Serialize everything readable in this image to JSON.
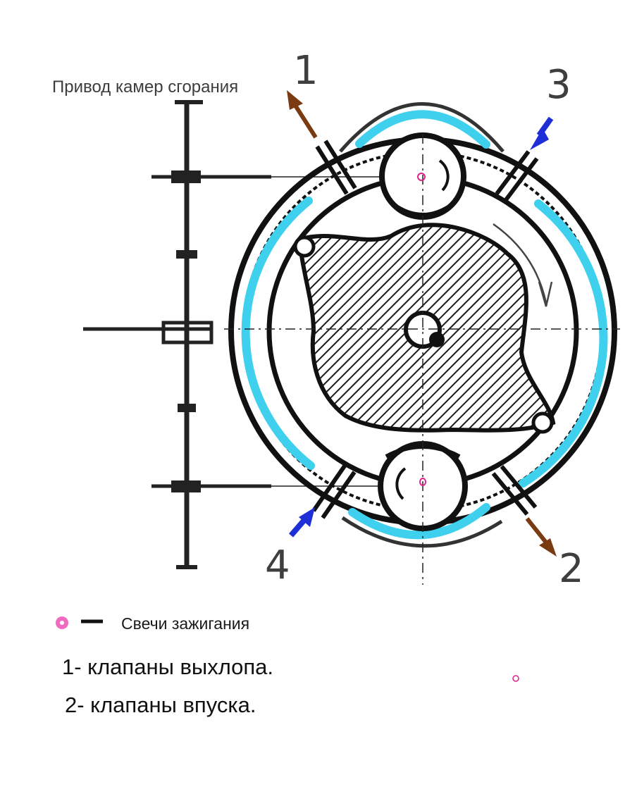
{
  "labels": {
    "drive_title": "Привод камер сгорания",
    "num_1": "1",
    "num_2": "2",
    "num_3": "3",
    "num_4": "4"
  },
  "legend": {
    "spark_plugs": "Свечи зажигания"
  },
  "notes": {
    "line1": "1- клапаны выхлопа.",
    "line2": "2- клапаны впуска."
  },
  "colors": {
    "outline": "#111111",
    "cooling_channel": "#3fd0ee",
    "exhaust_arrow": "#7a3a12",
    "intake_arrow": "#1f2fd8",
    "spark_plug_marker": "#e0218a"
  },
  "icons": {
    "spark_plug_marker": "magenta-ring-dot",
    "spark_plug_electrode": "black-dash"
  }
}
